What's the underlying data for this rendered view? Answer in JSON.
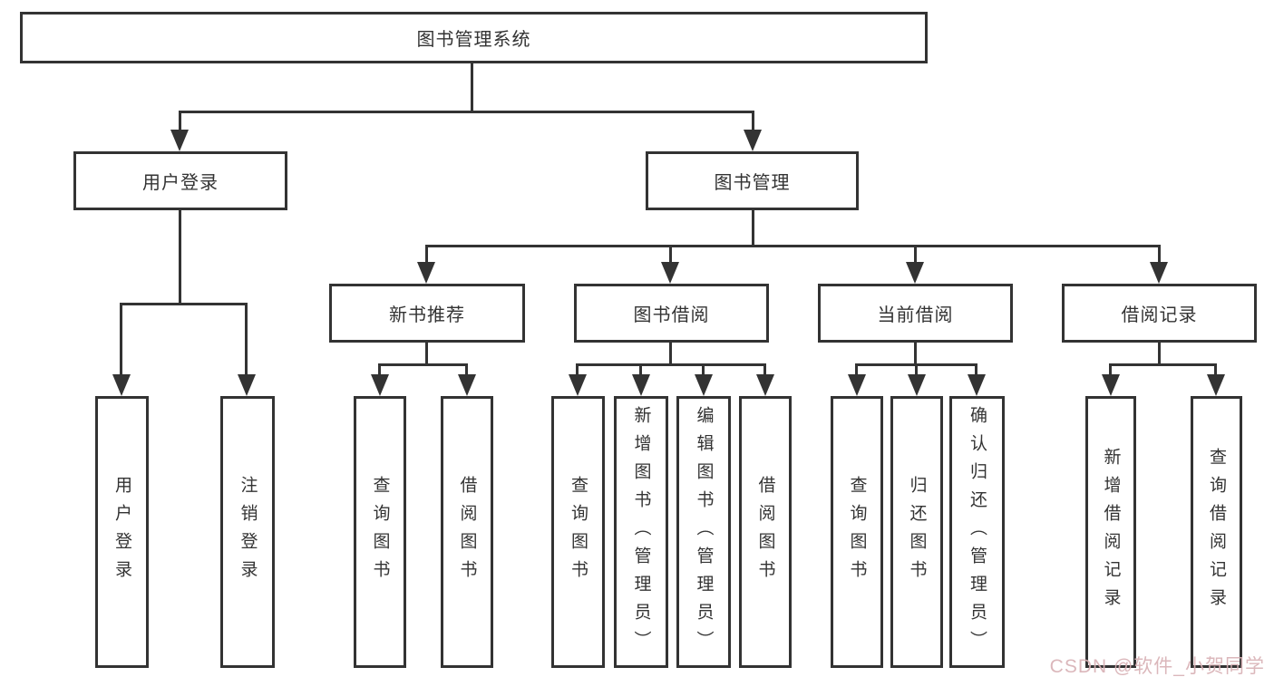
{
  "diagram": {
    "root": {
      "label": "图书管理系统"
    },
    "level2": [
      {
        "label": "用户登录"
      },
      {
        "label": "图书管理"
      }
    ],
    "level3": [
      {
        "label": "新书推荐"
      },
      {
        "label": "图书借阅"
      },
      {
        "label": "当前借阅"
      },
      {
        "label": "借阅记录"
      }
    ],
    "leaves": {
      "user_login": [
        "用户登录",
        "注销登录"
      ],
      "new_book": [
        "查询图书",
        "借阅图书"
      ],
      "borrow": [
        "查询图书",
        "新增图书（管理员）",
        "编辑图书（管理员）",
        "借阅图书"
      ],
      "current": [
        "查询图书",
        "归还图书",
        "确认归还（管理员）"
      ],
      "records": [
        "新增借阅记录",
        "查询借阅记录"
      ]
    },
    "colors": {
      "line": "#333333",
      "box_border": "#333333",
      "text": "#333333",
      "background": "#ffffff"
    }
  },
  "watermark": {
    "text": "CSDN @软件_小贺同学",
    "color": "#d8b0b4"
  }
}
